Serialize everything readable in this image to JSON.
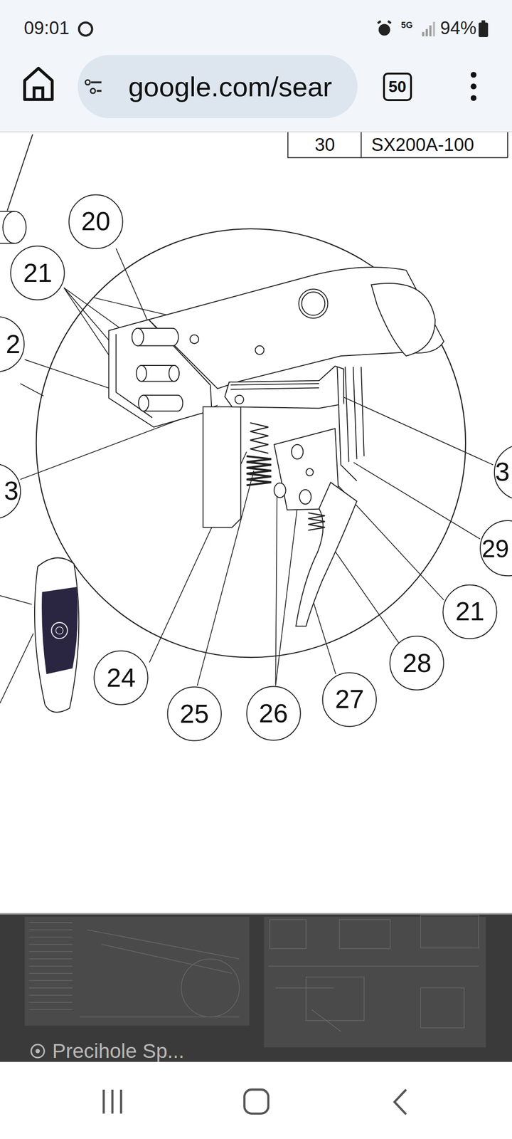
{
  "diagram": {
    "nodes": [
      {
        "text": [
          "google.com/sear"
        ]
      },
      {
        "text": [
          "50"
        ]
      },
      {
        "text": [
          "20"
        ]
      },
      {
        "text": [
          "21"
        ]
      },
      {
        "text": [
          "2"
        ]
      },
      {
        "text": [
          "3"
        ]
      },
      {
        "text": [
          "3"
        ]
      },
      {
        "text": [
          "29"
        ]
      },
      {
        "text": [
          "21"
        ]
      },
      {
        "text": [
          "28"
        ]
      },
      {
        "text": [
          "24"
        ]
      },
      {
        "text": [
          "27"
        ]
      },
      {
        "text": [
          "26"
        ]
      },
      {
        "text": [
          "25"
        ]
      }
    ],
    "labels": [
      "09:01",
      "5G",
      "94%",
      "30",
      "SX200A-100",
      "Precihole Sp..."
    ]
  }
}
